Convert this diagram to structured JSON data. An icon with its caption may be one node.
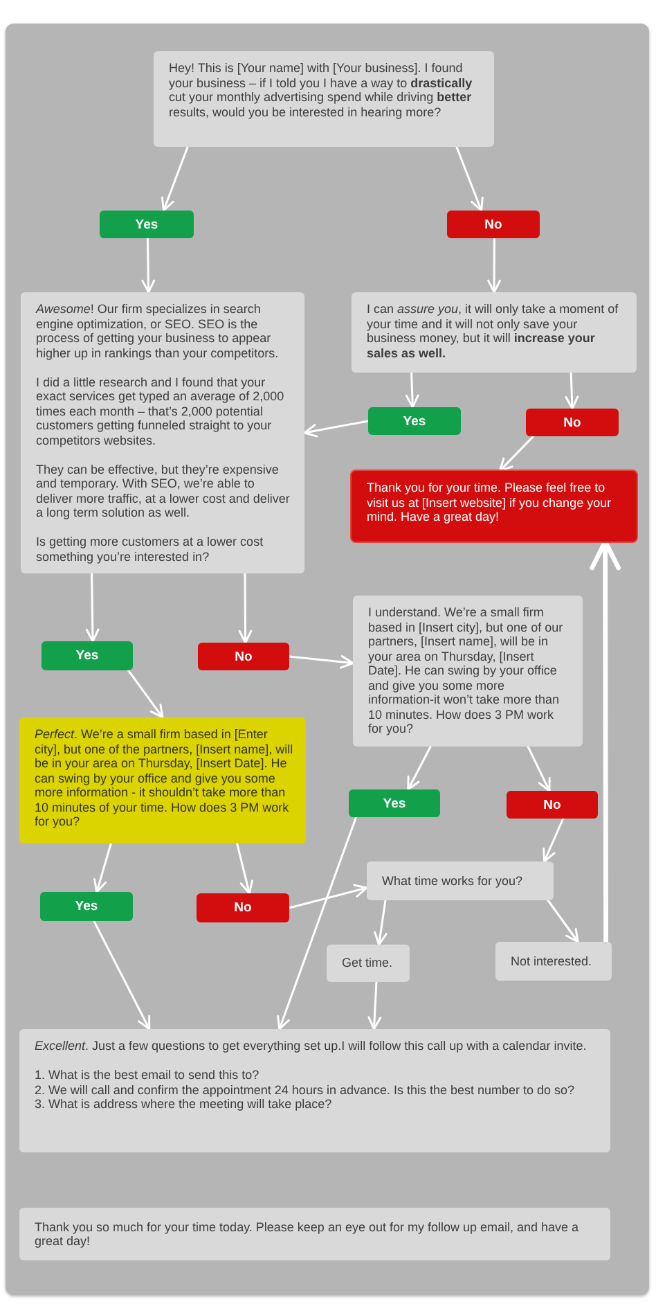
{
  "diagram": {
    "nodes": [
      {
        "text": [
          "Hey! This is [Your name] with [Your business]. I found your business – if I told you I have a way to **drastically** cut your monthly advertising spend while driving **better** results, would you be interested in hearing more?"
        ]
      },
      {
        "text": [
          "Yes"
        ]
      },
      {
        "text": [
          "No"
        ]
      },
      {
        "text": [
          "*Awesome*! Our firm specializes in search engine optimization, or SEO. SEO is the process of getting your business to appear higher up in rankings than your competitors.",
          "I did a little research and I found that your exact services get typed an average of 2,000 times each month – that’s 2,000 potential customers getting funneled straight to your competitors websites.",
          "They can be effective, but they’re expensive and temporary. With SEO, we’re able to deliver more traffic, at a lower cost and deliver a long term solution as well.",
          "Is getting more customers at a lower cost something you’re interested in?"
        ]
      },
      {
        "text": [
          "I can *assure you*, it will only take a moment of your time and it will not only save your business money, but it will **increase your sales as well.**"
        ]
      },
      {
        "text": [
          "Yes"
        ]
      },
      {
        "text": [
          "No"
        ]
      },
      {
        "text": [
          "Thank you for your time. Please feel free to visit us at [Insert website] if you change your mind. Have a great day!"
        ]
      },
      {
        "text": [
          "I understand. We’re a small firm based in [Insert city], but one of our partners, [Insert name], will be in your area on Thursday, [Insert Date]. He can swing by your office and give you some more information-it won’t take more than 10 minutes. How does 3 PM work for you?"
        ]
      },
      {
        "text": [
          "Yes"
        ]
      },
      {
        "text": [
          "No"
        ]
      },
      {
        "text": [
          "*Perfect*. We’re a small firm based in [Enter city], but one of the partners, [Insert name], will be in your area on Thursday, [Insert Date]. He can swing by your office and give you some more information - it shouldn’t take more than 10 minutes of your time. How does 3 PM work for you?"
        ]
      },
      {
        "text": [
          "Yes"
        ]
      },
      {
        "text": [
          "No"
        ]
      },
      {
        "text": [
          "What time works for you?"
        ]
      },
      {
        "text": [
          "Yes"
        ]
      },
      {
        "text": [
          "No"
        ]
      },
      {
        "text": [
          "Get time."
        ]
      },
      {
        "text": [
          "Not interested."
        ]
      },
      {
        "text": [
          "*Excellent*. Just a few questions to get everything set up.I will follow this call up with a calendar invite.",
          "1. What is the best email to send this to?",
          "2. We will call and confirm the appointment 24 hours in advance. Is this the best number to do so?",
          "3. What is address where the meeting will take place?"
        ]
      },
      {
        "text": [
          "Thank you so much for your time today. Please keep an eye out for my follow up email, and have a great day!"
        ]
      }
    ],
    "edges": [
      {
        "from": 0,
        "to": 1,
        "arrow": "to"
      },
      {
        "from": 0,
        "to": 2,
        "arrow": "to"
      },
      {
        "from": 1,
        "to": 3,
        "arrow": "to"
      },
      {
        "from": 2,
        "to": 4,
        "arrow": "to"
      },
      {
        "from": 4,
        "to": 5,
        "arrow": "to"
      },
      {
        "from": 4,
        "to": 6,
        "arrow": "to"
      },
      {
        "from": 5,
        "to": 3,
        "arrow": "to"
      },
      {
        "from": 6,
        "to": 7,
        "arrow": "to"
      },
      {
        "from": 3,
        "to": 9,
        "arrow": "to"
      },
      {
        "from": 3,
        "to": 10,
        "arrow": "to"
      },
      {
        "from": 10,
        "to": 8,
        "arrow": "to"
      },
      {
        "from": 9,
        "to": 11,
        "arrow": "to"
      },
      {
        "from": 8,
        "to": 12,
        "arrow": "to"
      },
      {
        "from": 8,
        "to": 13,
        "arrow": "to"
      },
      {
        "from": 11,
        "to": 15,
        "arrow": "to"
      },
      {
        "from": 11,
        "to": 16,
        "arrow": "to"
      },
      {
        "from": 13,
        "to": 14,
        "arrow": "to"
      },
      {
        "from": 16,
        "to": 14,
        "arrow": "to"
      },
      {
        "from": 12,
        "to": 19,
        "arrow": "to"
      },
      {
        "from": 15,
        "to": 19,
        "arrow": "to"
      },
      {
        "from": 14,
        "to": 17,
        "arrow": "to"
      },
      {
        "from": 14,
        "to": 18,
        "arrow": "to"
      },
      {
        "from": 17,
        "to": 19,
        "arrow": "to"
      },
      {
        "from": 18,
        "to": 7,
        "arrow": "to",
        "style": "thick"
      }
    ]
  }
}
